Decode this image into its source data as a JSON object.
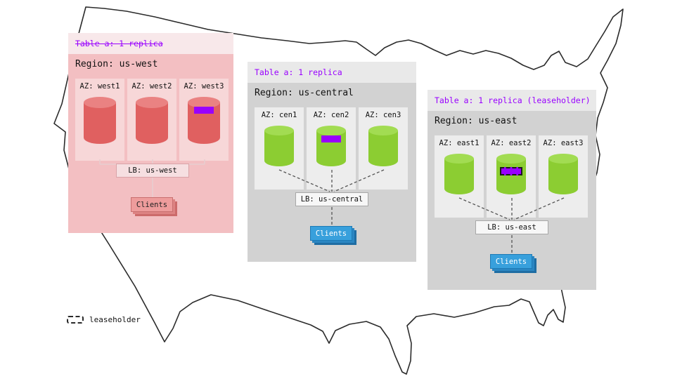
{
  "palette": {
    "purple": "#9900ff",
    "text-dark": "#111111",
    "map-stroke": "#2b2b2b",
    "west-header-bg": "#f8e8ea",
    "west-body-bg": "#f3bfc2",
    "west-az-bg": "#f7d7d8",
    "west-cyl": "#e06060",
    "west-cyl-top": "#ea8282",
    "west-line": "#e7cdd0",
    "west-lb-bg": "#f6dfe1",
    "west-lb-border": "#d9a3a8",
    "west-clients-bg": "#ee9c9c",
    "west-clients-border": "#c86f6f",
    "west-clients-shadow1": "#dd8383",
    "west-clients-shadow2": "#cc6b6b",
    "gray-header-bg": "#e9e9e9",
    "gray-body-bg": "#d2d2d2",
    "gray-az-bg": "#ededed",
    "green-cyl": "#8ccd32",
    "green-cyl-top": "#a2dc52",
    "dash-line": "#555555",
    "lb-bg": "#f7f7f7",
    "lb-border": "#a8a8a8",
    "clients-blue": "#38a0dc",
    "clients-blue-border": "#1d7ab5",
    "clients-blue-shadow1": "#2b86c2",
    "clients-blue-shadow2": "#1f6da3"
  },
  "legend": {
    "label": "leaseholder"
  },
  "regions": [
    {
      "table_label": "Table a: 1 replica",
      "region_label": "Region: us-west",
      "azs": [
        {
          "label": "AZ: west1"
        },
        {
          "label": "AZ: west2"
        },
        {
          "label": "AZ: west3"
        }
      ],
      "lb_label": "LB: us-west",
      "clients_label": "Clients"
    },
    {
      "table_label": "Table a: 1 replica",
      "region_label": "Region: us-central",
      "azs": [
        {
          "label": "AZ: cen1"
        },
        {
          "label": "AZ: cen2"
        },
        {
          "label": "AZ: cen3"
        }
      ],
      "lb_label": "LB: us-central",
      "clients_label": "Clients"
    },
    {
      "table_label": "Table a: 1 replica (leaseholder)",
      "region_label": "Region: us-east",
      "azs": [
        {
          "label": "AZ: east1"
        },
        {
          "label": "AZ: east2"
        },
        {
          "label": "AZ: east3"
        }
      ],
      "lb_label": "LB: us-east",
      "clients_label": "Clients"
    }
  ]
}
